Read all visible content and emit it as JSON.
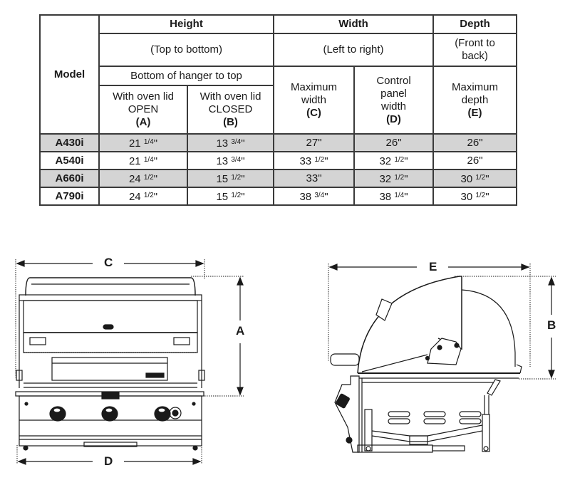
{
  "table": {
    "header": {
      "model": "Model",
      "height": "Height",
      "width": "Width",
      "depth": "Depth",
      "height_sub": "(Top to bottom)",
      "width_sub": "(Left to right)",
      "depth_sub_line1": "(Front to",
      "depth_sub_line2": "back)",
      "height_sub2": "Bottom of hanger to top",
      "col_a_line1": "With oven lid",
      "col_a_line2": "OPEN",
      "col_a_key": "(A)",
      "col_b_line1": "With oven lid",
      "col_b_line2": "CLOSED",
      "col_b_key": "(B)",
      "col_c_line1": "Maximum",
      "col_c_line2": "width",
      "col_c_key": "(C)",
      "col_d_line1": "Control",
      "col_d_line2": "panel",
      "col_d_line3": "width",
      "col_d_key": "(D)",
      "col_e_line1": "Maximum",
      "col_e_line2": "depth",
      "col_e_key": "(E)"
    },
    "rows": [
      {
        "model": "A430i",
        "a_whole": "21",
        "a_frac": "1/4",
        "b_whole": "13",
        "b_frac": "3/4",
        "c_whole": "27",
        "c_frac": "",
        "d_whole": "26",
        "d_frac": "",
        "e_whole": "26",
        "e_frac": ""
      },
      {
        "model": "A540i",
        "a_whole": "21",
        "a_frac": "1/4",
        "b_whole": "13",
        "b_frac": "3/4",
        "c_whole": "33",
        "c_frac": "1/2",
        "d_whole": "32",
        "d_frac": "1/2",
        "e_whole": "26",
        "e_frac": ""
      },
      {
        "model": "A660i",
        "a_whole": "24",
        "a_frac": "1/2",
        "b_whole": "15",
        "b_frac": "1/2",
        "c_whole": "33",
        "c_frac": "",
        "d_whole": "32",
        "d_frac": "1/2",
        "e_whole": "30",
        "e_frac": "1/2"
      },
      {
        "model": "A790i",
        "a_whole": "24",
        "a_frac": "1/2",
        "b_whole": "15",
        "b_frac": "1/2",
        "c_whole": "38",
        "c_frac": "3/4",
        "d_whole": "38",
        "d_frac": "1/4",
        "e_whole": "30",
        "e_frac": "1/2"
      }
    ],
    "inch_mark": "\"",
    "colors": {
      "shaded_row": "#d4d4d4",
      "border": "#3a3a3a"
    }
  },
  "drawings": {
    "front": {
      "label_c": "C",
      "label_a": "A",
      "label_d": "D"
    },
    "side": {
      "label_e": "E",
      "label_b": "B"
    }
  }
}
